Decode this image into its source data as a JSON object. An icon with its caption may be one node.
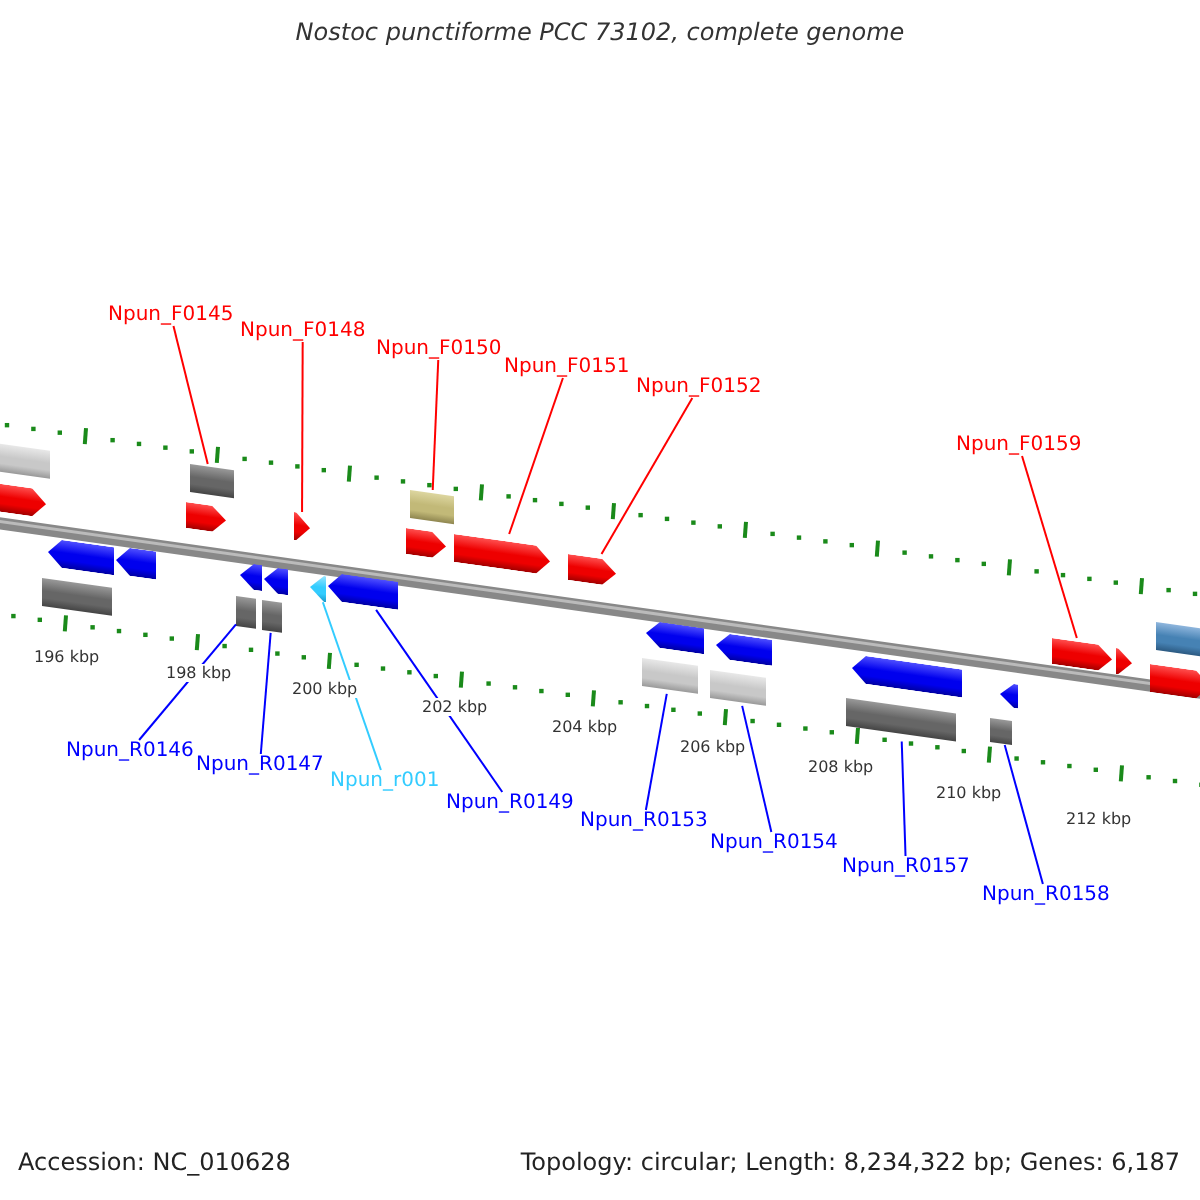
{
  "diagram": {
    "title": "Nostoc punctiforme PCC 73102, complete genome",
    "nodes": [
      {
        "text": [
          "Npun_F0145"
        ]
      },
      {
        "text": [
          "Npun_F0148"
        ]
      },
      {
        "text": [
          "Npun_F0150"
        ]
      },
      {
        "text": [
          "Npun_F0151"
        ]
      },
      {
        "text": [
          "Npun_F0152"
        ]
      },
      {
        "text": [
          "Npun_F0159"
        ]
      },
      {
        "text": [
          "Npun_R0146"
        ]
      },
      {
        "text": [
          "Npun_R0147"
        ]
      },
      {
        "text": [
          "Npun_r001"
        ]
      },
      {
        "text": [
          "Npun_R0149"
        ]
      },
      {
        "text": [
          "Npun_R0153"
        ]
      },
      {
        "text": [
          "Npun_R0154"
        ]
      },
      {
        "text": [
          "Npun_R0157"
        ]
      },
      {
        "text": [
          "Npun_R0158"
        ]
      },
      {
        "text": [],
        "shape": "box"
      },
      {
        "text": [],
        "shape": "arrow"
      },
      {
        "text": [],
        "shape": "box"
      },
      {
        "text": [],
        "shape": "arrow"
      },
      {
        "text": [],
        "shape": "arrow"
      },
      {
        "text": [],
        "shape": "arrow"
      },
      {
        "text": [],
        "shape": "box"
      },
      {
        "text": [],
        "shape": "box"
      },
      {
        "text": [],
        "shape": "arrow"
      },
      {
        "text": [],
        "shape": "box"
      },
      {
        "text": [],
        "shape": "arrow"
      },
      {
        "text": [],
        "shape": "arrow"
      },
      {
        "text": [],
        "shape": "arrow"
      },
      {
        "text": [],
        "shape": "arrow"
      },
      {
        "text": [],
        "shape": "arrow"
      },
      {
        "text": [],
        "shape": "box"
      },
      {
        "text": [],
        "shape": "arrow"
      },
      {
        "text": [],
        "shape": "arrow"
      },
      {
        "text": [],
        "shape": "box"
      },
      {
        "text": [],
        "shape": "arrow"
      },
      {
        "text": [],
        "shape": "box"
      },
      {
        "text": [],
        "shape": "arrow"
      },
      {
        "text": [],
        "shape": "box"
      },
      {
        "text": [],
        "shape": "arrow"
      },
      {
        "text": [],
        "shape": "box"
      },
      {
        "text": [],
        "shape": "arrow"
      },
      {
        "text": [],
        "shape": "arrow"
      },
      {
        "text": [],
        "shape": "arrow"
      },
      {
        "text": [],
        "shape": "arrow"
      },
      {
        "text": [],
        "shape": "box"
      }
    ],
    "edges": [
      {
        "from": 0,
        "to": 20,
        "arrow": "none",
        "color": "#ff0000"
      },
      {
        "from": 1,
        "to": 25,
        "arrow": "none",
        "color": "#ff0000"
      },
      {
        "from": 2,
        "to": 29,
        "arrow": "none",
        "color": "#ff0000"
      },
      {
        "from": 3,
        "to": 30,
        "arrow": "none",
        "color": "#ff0000"
      },
      {
        "from": 4,
        "to": 31,
        "arrow": "none",
        "color": "#ff0000"
      },
      {
        "from": 5,
        "to": 40,
        "arrow": "none",
        "color": "#ff0000"
      },
      {
        "from": 6,
        "to": 21,
        "arrow": "none"
      },
      {
        "from": 7,
        "to": 23,
        "arrow": "none"
      },
      {
        "from": 8,
        "to": 26,
        "arrow": "none",
        "color": "#33ccff"
      },
      {
        "from": 9,
        "to": 27,
        "arrow": "none"
      },
      {
        "from": 10,
        "to": 32,
        "arrow": "none"
      },
      {
        "from": 11,
        "to": 34,
        "arrow": "none"
      },
      {
        "from": 12,
        "to": 36,
        "arrow": "none"
      },
      {
        "from": 13,
        "to": 38,
        "arrow": "none"
      }
    ],
    "labels": [
      "196 kbp",
      "198 kbp",
      "200 kbp",
      "202 kbp",
      "204 kbp",
      "206 kbp",
      "208 kbp",
      "210 kbp",
      "212 kbp",
      "Accession: NC_010628",
      "Topology: circular; Length: 8,234,322 bp; Genes: 6,187"
    ]
  }
}
